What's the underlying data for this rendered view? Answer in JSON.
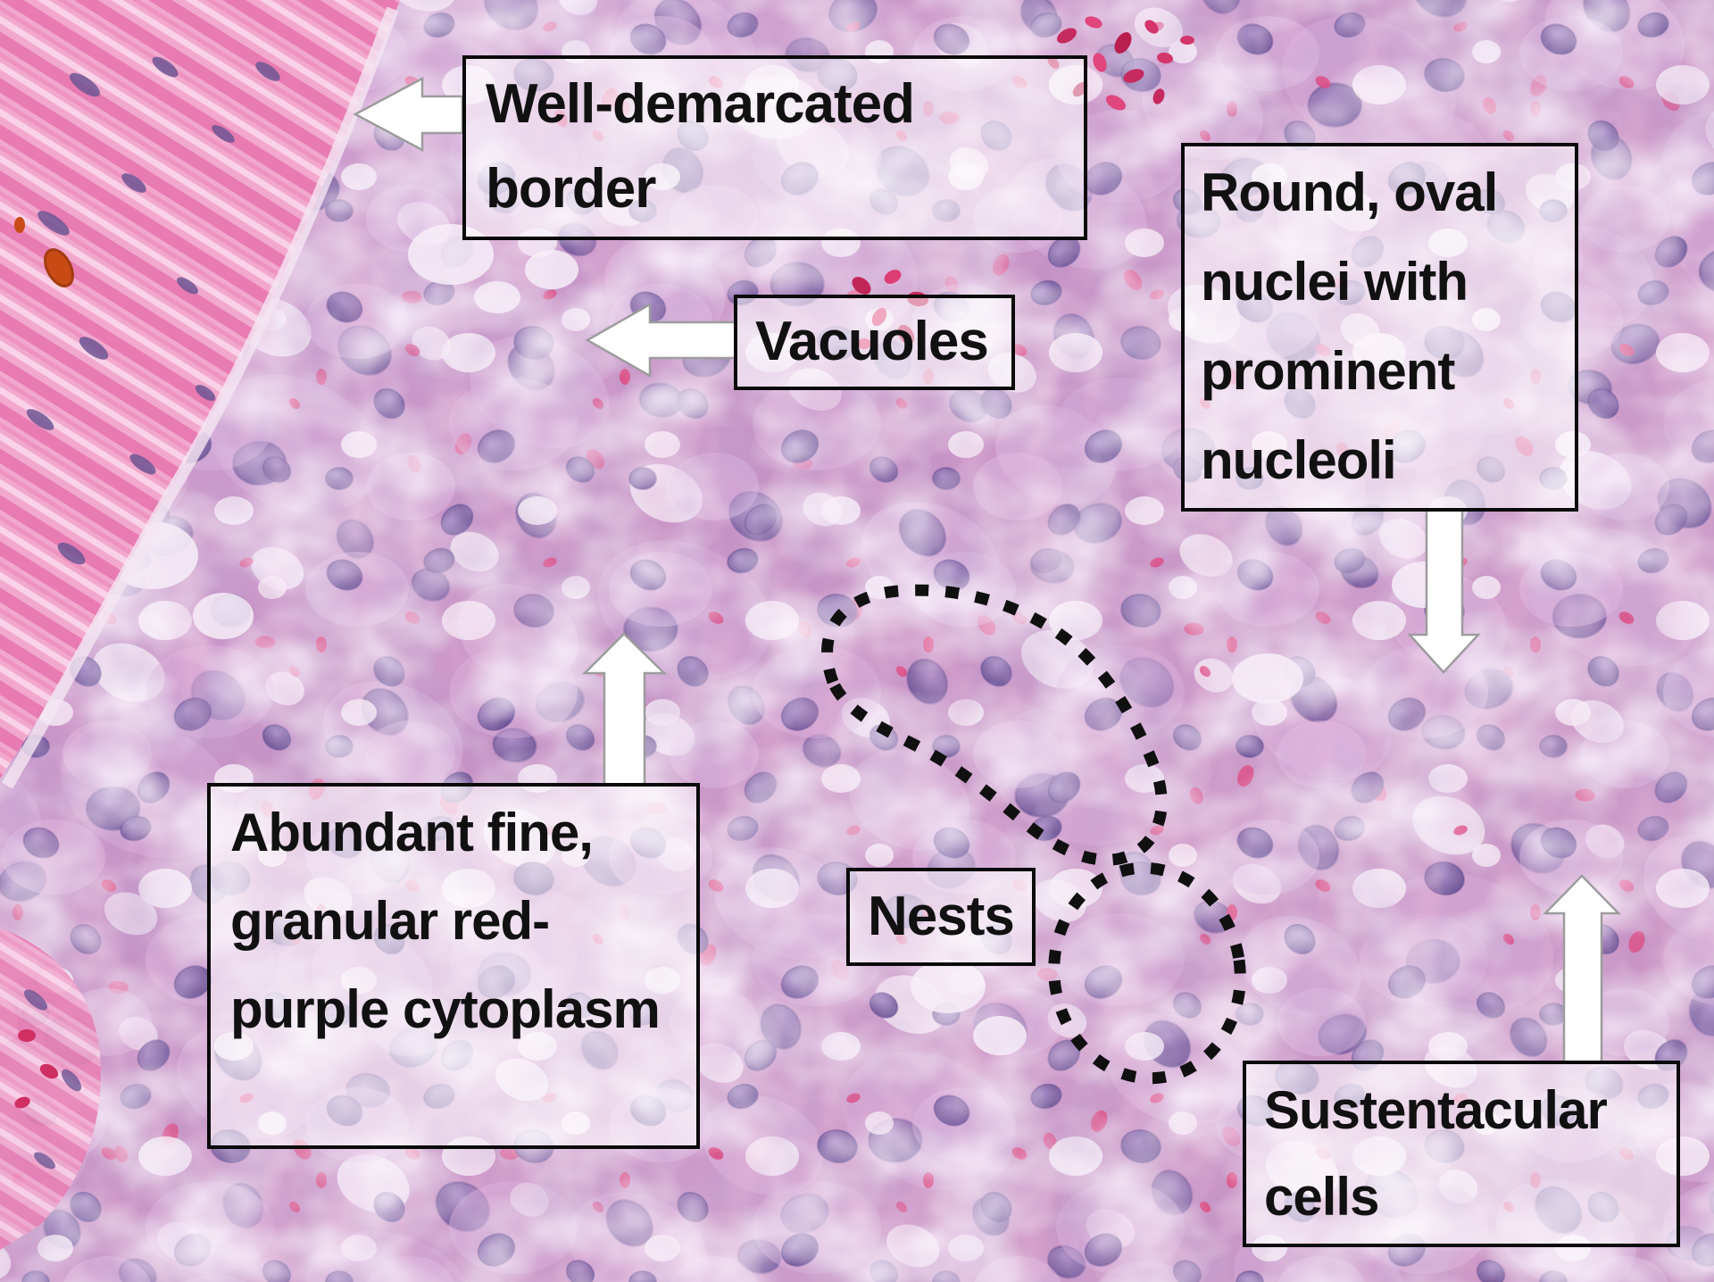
{
  "figure": {
    "kind": "annotated histopathology micrograph",
    "stain": "H&E (pink-purple)"
  },
  "labels": {
    "well_demarcated_border": {
      "text": "Well-demarcated border"
    },
    "vacuoles": {
      "text": "Vacuoles"
    },
    "round_oval_nuclei": {
      "text": "Round, oval nuclei with prominent nucleoli"
    },
    "abundant_cytoplasm": {
      "text": "Abundant fine, granular red-purple cytoplasm"
    },
    "nests": {
      "text": "Nests"
    },
    "sustentacular_cells": {
      "text": "Sustentacular cells"
    }
  },
  "arrows": [
    {
      "name": "well-demarcated-arrow",
      "direction": "left",
      "points_to": "well-demarcated border region"
    },
    {
      "name": "vacuoles-arrow",
      "direction": "left",
      "points_to": "vacuolated cells"
    },
    {
      "name": "cytoplasm-arrow",
      "direction": "up",
      "points_to": "granular cytoplasm"
    },
    {
      "name": "nuclei-arrow",
      "direction": "down",
      "points_to": "round/oval nuclei"
    },
    {
      "name": "sustentacular-arrow",
      "direction": "up",
      "points_to": "sustentacular cells"
    }
  ],
  "nest_outlines": [
    {
      "shape": "elongated bean",
      "style": "black dotted outline around a tumor cell nest"
    },
    {
      "shape": "oval",
      "style": "black dotted outline around a tumor cell nest"
    }
  ],
  "palette": {
    "tissue_base": "#c795c7",
    "cytoplasm_light": "#dfbce4",
    "nucleus_purple": "#6c559c",
    "stroma_pink": "#ea93c0",
    "fibrous_pink": "#f2a8cd",
    "rbc_crimson": "#d02a60",
    "rbc_orange": "#c84a15",
    "vacuole_white": "#f6edf7",
    "label_background": "rgba(255,255,255,0.55)",
    "label_border": "#0a0a0a",
    "label_text": "#111111",
    "arrow_fill": "#ffffff",
    "arrow_outline": "#9c9c9c",
    "nest_outline": "#101010"
  }
}
